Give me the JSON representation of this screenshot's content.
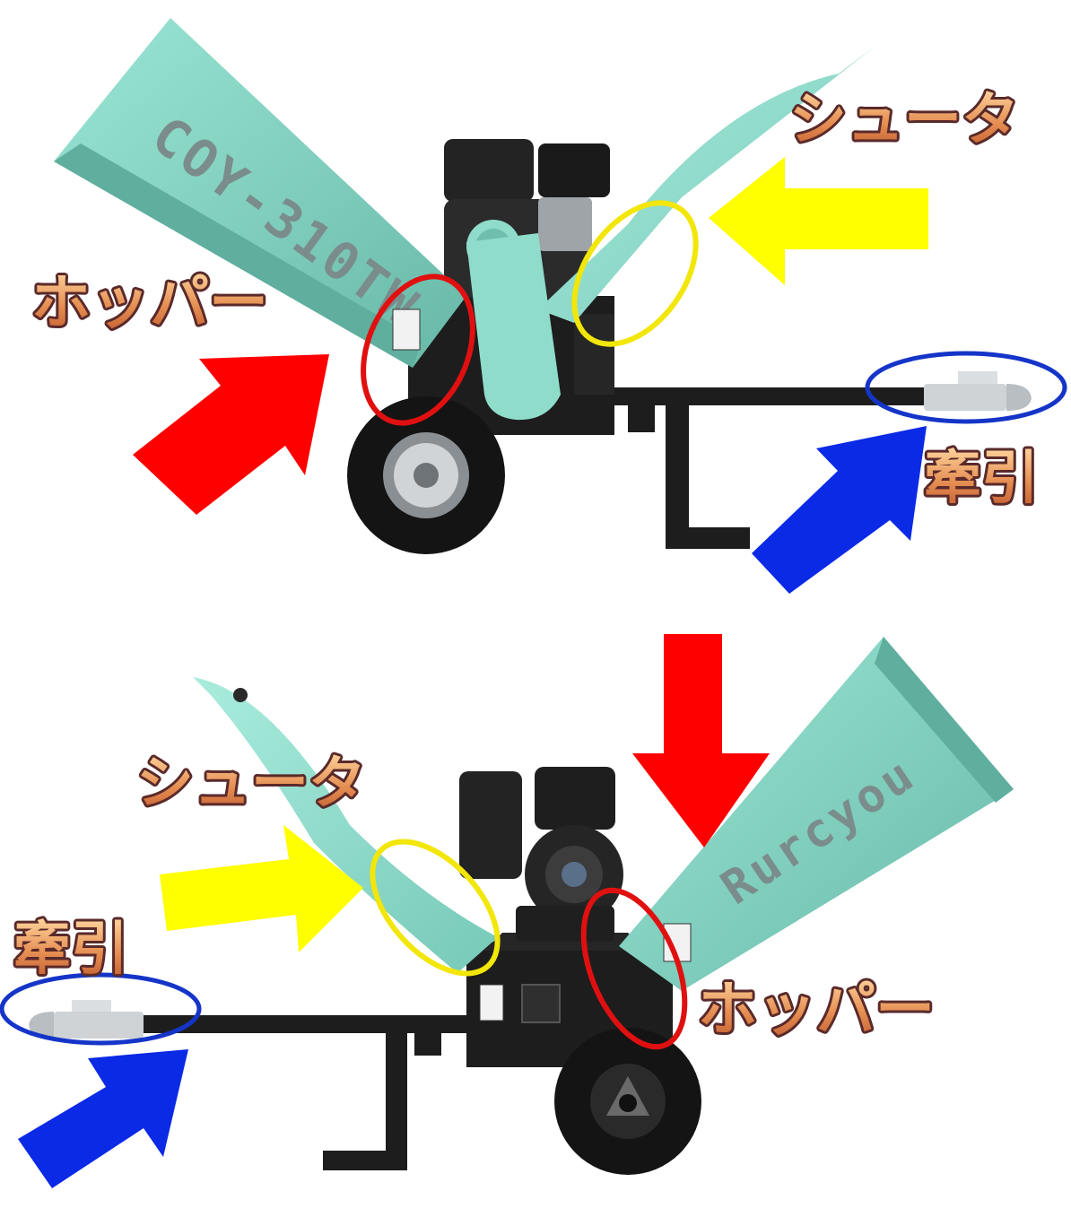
{
  "labels": {
    "hopper": "ホッパー",
    "chute": "シュータ",
    "tow": "牽引"
  },
  "brand": {
    "model": "COY-310TW",
    "maker": "Rurcyou"
  },
  "colors": {
    "body": "#8fdccb",
    "bodyDark": "#6fbfae",
    "frame": "#1d1d1d",
    "arrowRed": "#ff0000",
    "arrowYellow": "#ffff00",
    "arrowBlue": "#0a2ae6",
    "circleRed": "#e01010",
    "circleYellow": "#f2e60a",
    "circleBlue": "#1535c8"
  },
  "icons": [
    "arrow-icon",
    "highlight-circle-icon",
    "wheel-icon",
    "engine-icon"
  ]
}
